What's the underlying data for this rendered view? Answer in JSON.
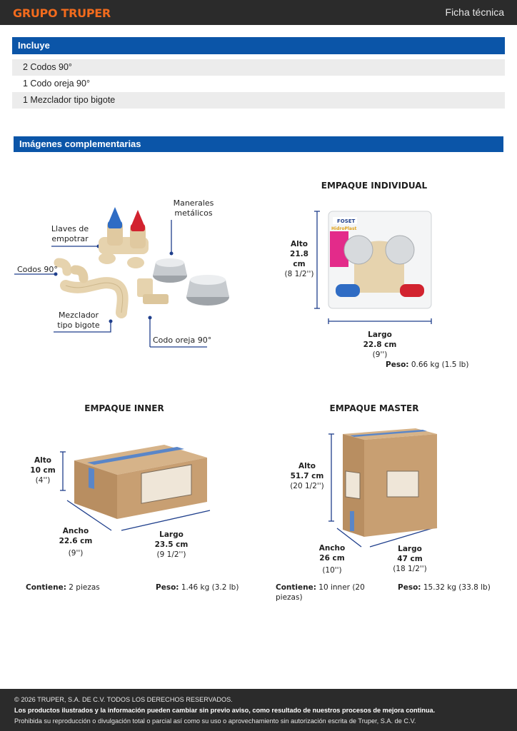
{
  "header": {
    "brand": "GRUPO TRUPER",
    "doc_type": "Ficha técnica"
  },
  "includes": {
    "title": "Incluye",
    "items": [
      "2 Codos 90°",
      "1 Codo oreja 90°",
      "1 Mezclador tipo bigote"
    ]
  },
  "images_section": {
    "title": "Imágenes complementarias"
  },
  "product_callouts": {
    "manerales": [
      "Manerales",
      "metálicos"
    ],
    "llaves": [
      "Llaves de",
      "empotrar"
    ],
    "codos": "Codos 90°",
    "mezclador": [
      "Mezclador",
      "tipo bigote"
    ],
    "codo_oreja": "Codo oreja 90°"
  },
  "individual": {
    "title": "EMPAQUE INDIVIDUAL",
    "alto": {
      "label": "Alto",
      "metric": "21.8 cm",
      "imperial": "(8 1/2'')"
    },
    "largo": {
      "label": "Largo",
      "metric": "22.8 cm",
      "imperial": "(9'')"
    },
    "peso_label": "Peso:",
    "peso_value": "0.66 kg (1.5 lb)",
    "pkg_brand": "FOSET",
    "pkg_line": "HidroPlast"
  },
  "inner": {
    "title": "EMPAQUE INNER",
    "alto": {
      "label": "Alto",
      "metric": "10 cm",
      "imperial": "(4'')"
    },
    "ancho": {
      "label": "Ancho",
      "metric": "22.6 cm",
      "imperial": "(9'')"
    },
    "largo": {
      "label": "Largo",
      "metric": "23.5 cm",
      "imperial": "(9 1/2'')"
    },
    "contiene_label": "Contiene:",
    "contiene_value": "2 piezas",
    "peso_label": "Peso:",
    "peso_value": "1.46 kg (3.2 lb)"
  },
  "master": {
    "title": "EMPAQUE MASTER",
    "alto": {
      "label": "Alto",
      "metric": "51.7 cm",
      "imperial": "(20 1/2'')"
    },
    "ancho": {
      "label": "Ancho",
      "metric": "26 cm",
      "imperial": "(10'')"
    },
    "largo": {
      "label": "Largo",
      "metric": "47 cm",
      "imperial": "(18 1/2'')"
    },
    "contiene_label": "Contiene:",
    "contiene_value": "10 inner (20 piezas)",
    "peso_label": "Peso:",
    "peso_value": "15.32 kg (33.8 lb)"
  },
  "footer": {
    "copyright": "© 2026 TRUPER, S.A. DE C.V. TODOS LOS DERECHOS RESERVADOS.",
    "notice": "Los productos ilustrados y la información pueden cambiar sin previo aviso, como resultado de nuestros procesos de mejora continua.",
    "legal": "Prohibida su reproducción o divulgación total o parcial así como su uso o aprovechamiento sin autorización escrita de Truper, S.A. de C.V."
  },
  "colors": {
    "brand_orange": "#f26b1d",
    "section_blue": "#0b55a8",
    "dim_line": "#1f3f8c",
    "dark_bar": "#2b2b2b"
  }
}
